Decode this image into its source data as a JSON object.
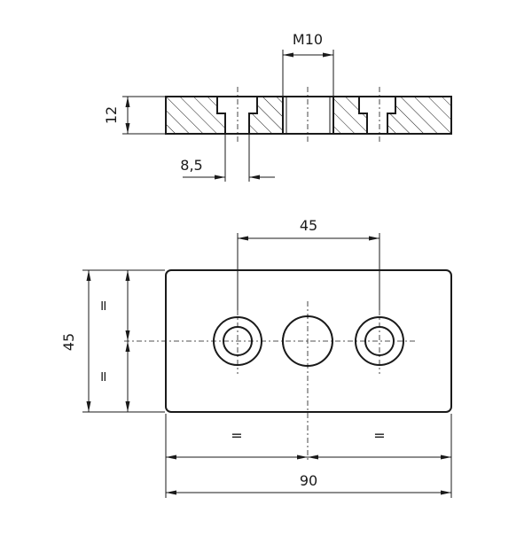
{
  "dimensions": {
    "thread": "M10",
    "thickness": "12",
    "counterbore": "8,5",
    "hole_spacing": "45",
    "height": "45",
    "height_half_top": "=",
    "height_half_bottom": "=",
    "width_half_left": "=",
    "width_half_right": "=",
    "width": "90"
  },
  "colors": {
    "line": "#1a1a1a",
    "background": "#ffffff"
  }
}
